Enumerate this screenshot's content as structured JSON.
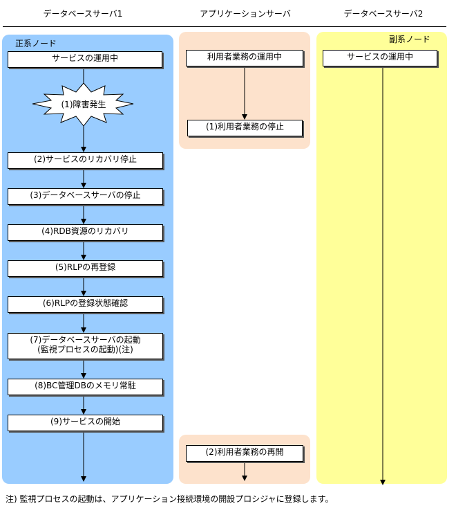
{
  "columns": {
    "db1": "データベースサーバ1",
    "app": "アプリケーションサーバ",
    "db2": "データベースサーバ2"
  },
  "nodes": {
    "primary": "正系ノード",
    "secondary": "副系ノード"
  },
  "db1_flow": {
    "running": "サービスの運用中",
    "fault": "(1)障害発生",
    "steps": [
      [
        "(2)サービスのリカバリ停止"
      ],
      [
        "(3)データベースサーバの停止"
      ],
      [
        "(4)RDB資源のリカバリ"
      ],
      [
        "(5)RLPの再登録"
      ],
      [
        "(6)RLPの登録状態確認"
      ],
      [
        "(7)データベースサーバの起動",
        "(監視プロセスの起動)(注)"
      ],
      [
        "(8)BC管理DBのメモリ常駐"
      ],
      [
        "(9)サービスの開始"
      ]
    ]
  },
  "app_flow": {
    "running": "利用者業務の運用中",
    "stop": "(1)利用者業務の停止",
    "resume": "(2)利用者業務の再開"
  },
  "db2_flow": {
    "running": "サービスの運用中"
  },
  "footnote": "注) 監視プロセスの起動は、アプリケーション接続環境の開設プロシジャに登録します。"
}
